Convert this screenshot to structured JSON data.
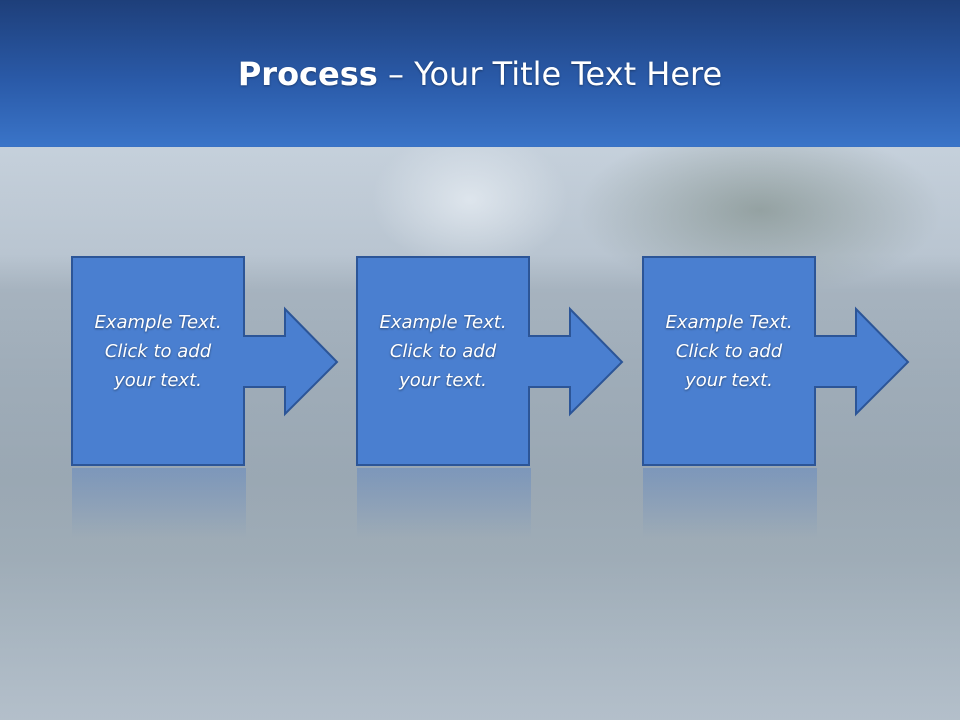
{
  "slide": {
    "title_strong": "Process",
    "title_rest": " – Your Title Text Here"
  },
  "steps": [
    {
      "line1": "Example Text.",
      "line2": "Click  to add",
      "line3": "your text."
    },
    {
      "line1": "Example Text.",
      "line2": "Click  to add",
      "line3": "your text."
    },
    {
      "line1": "Example Text.",
      "line2": "Click  to add",
      "line3": "your text."
    }
  ],
  "colors": {
    "box_fill": "#4a7fd0",
    "box_stroke": "#2c5597",
    "title_bar": "#2a5aa8"
  }
}
